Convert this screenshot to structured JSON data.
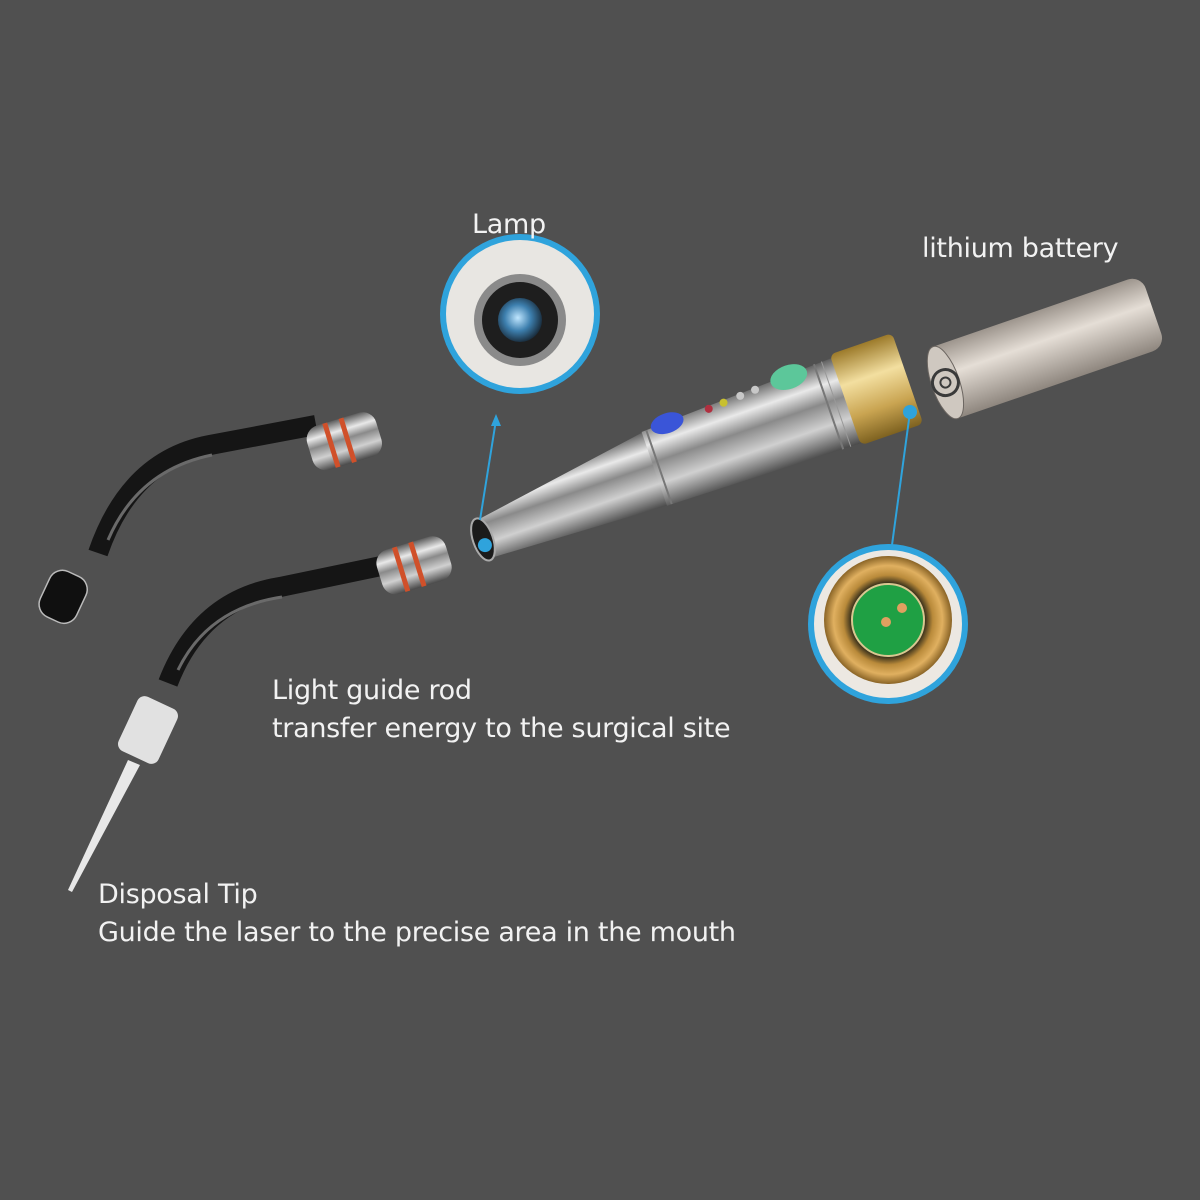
{
  "diagram": {
    "type": "product-exploded-view",
    "background_color": "#505050",
    "callout_color": "#2fa3dc",
    "components": [
      {
        "id": "lamp",
        "title": "Lamp",
        "description": ""
      },
      {
        "id": "battery",
        "title": "lithium battery",
        "description": ""
      },
      {
        "id": "light-guide-rod",
        "title": "Light guide rod",
        "description": "transfer energy to the surgical site"
      },
      {
        "id": "disposal-tip",
        "title": "Disposal Tip",
        "description": "Guide the laser to the precise area in the mouth"
      }
    ],
    "handpiece": {
      "buttons": [
        {
          "name": "blue-button",
          "color": "#3a55d8"
        },
        {
          "name": "green-button",
          "color": "#5cc79a"
        }
      ],
      "indicator_leds": [
        "#b03040",
        "#c8c030",
        "#c8c8c8",
        "#c8c8c8"
      ]
    }
  }
}
